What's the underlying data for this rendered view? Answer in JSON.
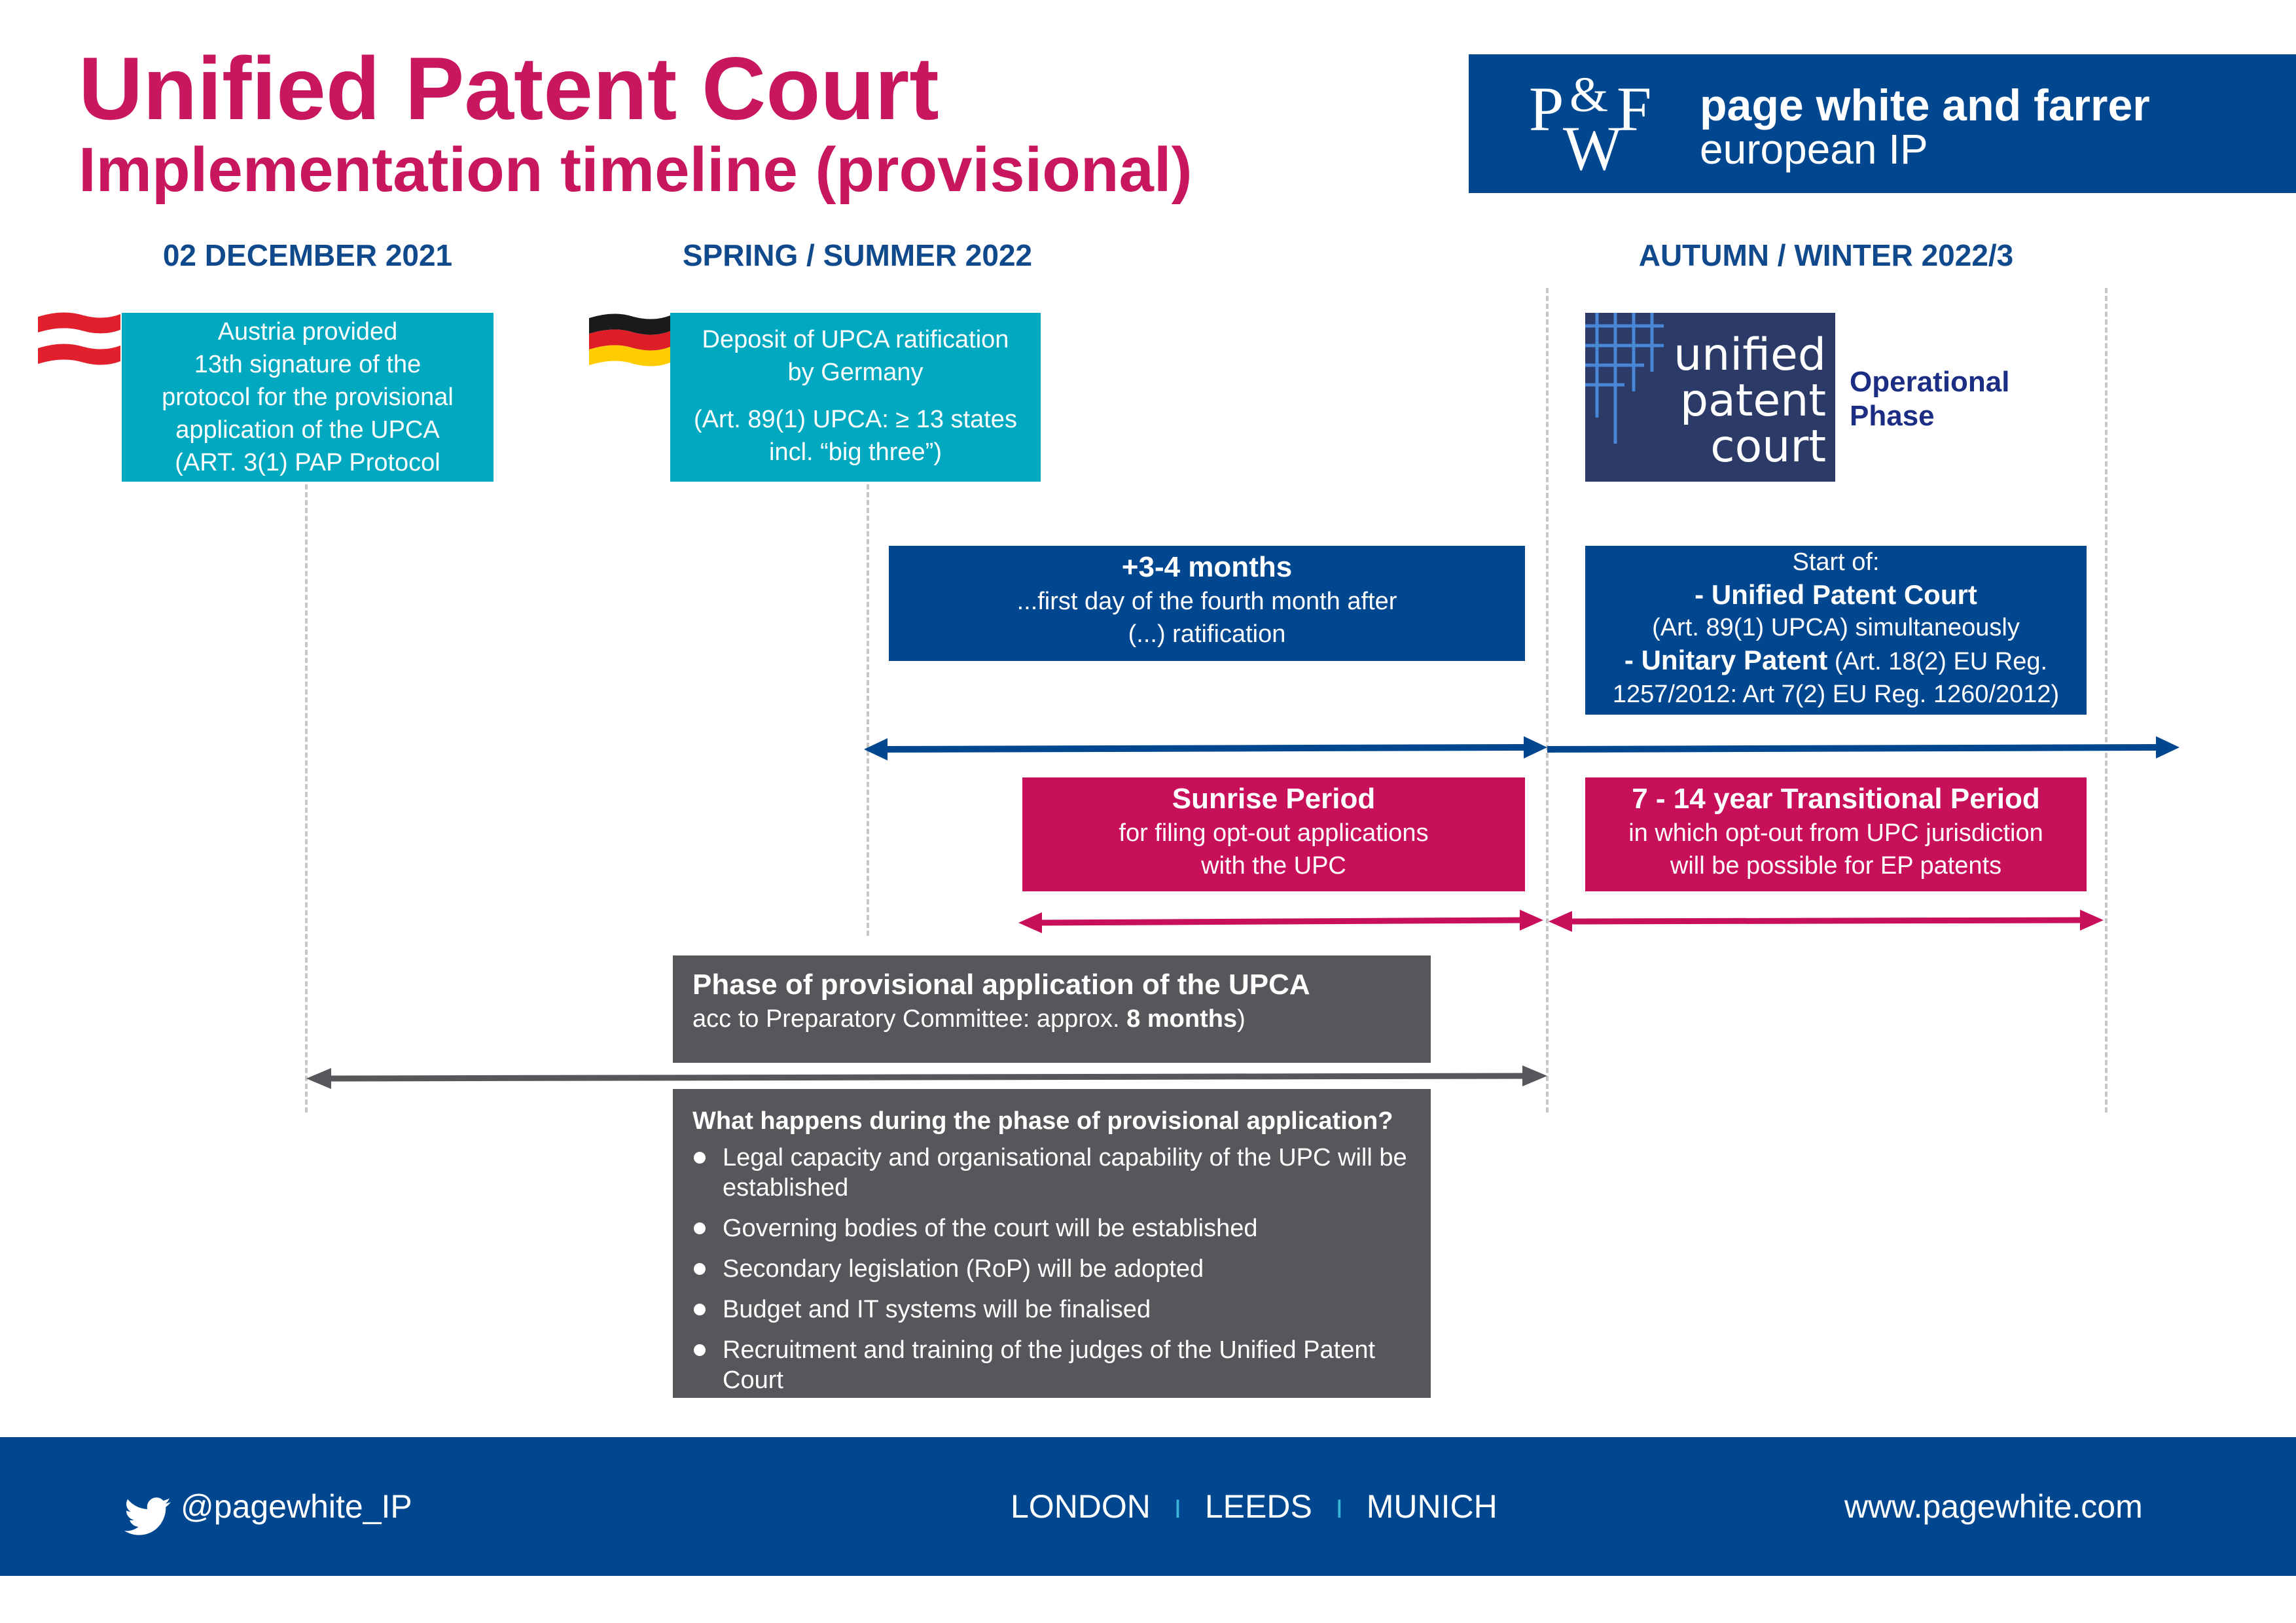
{
  "header": {
    "title": "Unified Patent Court",
    "subtitle": "Implementation timeline (provisional)"
  },
  "logo": {
    "mark_p": "P",
    "mark_amp": "&",
    "mark_w": "W",
    "mark_f": "F",
    "name": "page white and farrer",
    "sub": "european IP"
  },
  "dates": {
    "d1": "02 DECEMBER 2021",
    "d2": "SPRING / SUMMER 2022",
    "d3": "AUTUMN / WINTER 2022/3"
  },
  "austria_box": {
    "lines": [
      "Austria provided",
      "13th signature of the",
      "protocol for the provisional",
      "application of the UPCA",
      "(ART. 3(1) PAP Protocol"
    ]
  },
  "germany_box": {
    "line1": "Deposit of UPCA ratification",
    "line2": "by Germany",
    "line3": "(Art. 89(1) UPCA: ≥ 13 states",
    "line4": "incl. “big three”)"
  },
  "upc_logo": {
    "line1": "unified",
    "line2": "patent",
    "line3": "court"
  },
  "operational": {
    "line1": "Operational",
    "line2": "Phase"
  },
  "months_box": {
    "head": "+3-4 months",
    "line1": "...first day of the fourth month after",
    "line2": "(...) ratification"
  },
  "start_box": {
    "line1": "Start of:",
    "line2": "- Unified Patent Court",
    "line3": "(Art. 89(1) UPCA) simultaneously",
    "line4_bold": "- Unitary Patent",
    "line4_rest": " (Art. 18(2) EU Reg.",
    "line5": "1257/2012: Art 7(2) EU Reg. 1260/2012)"
  },
  "sunrise_box": {
    "head": "Sunrise Period",
    "line1": "for filing opt-out applications",
    "line2": "with the UPC"
  },
  "transitional_box": {
    "head": "7 - 14 year Transitional Period",
    "line1": "in which opt-out from UPC jurisdiction",
    "line2": "will be possible for EP patents"
  },
  "provisional_box": {
    "head": "Phase of provisional application of the UPCA",
    "line_pre": "acc to Preparatory Committee: approx. ",
    "line_bold": "8 months",
    "line_post": ")"
  },
  "what_box": {
    "question": "What happens during the phase of provisional application?",
    "items": [
      "Legal capacity and organisational capability of the UPC will be established",
      "Governing bodies of the court will be established",
      "Secondary legislation (RoP) will be adopted",
      "Budget and IT systems will be finalised",
      "Recruitment and training of the judges of the Unified Patent Court"
    ]
  },
  "footer": {
    "twitter": "@pagewhite_IP",
    "city1": "LONDON",
    "city2": "LEEDS",
    "city3": "MUNICH",
    "separator": "I",
    "website": "www.pagewhite.com"
  },
  "colors": {
    "magenta": "#c8175e",
    "navy": "#00478f",
    "teal": "#00a8c0",
    "grey": "#56575b"
  }
}
